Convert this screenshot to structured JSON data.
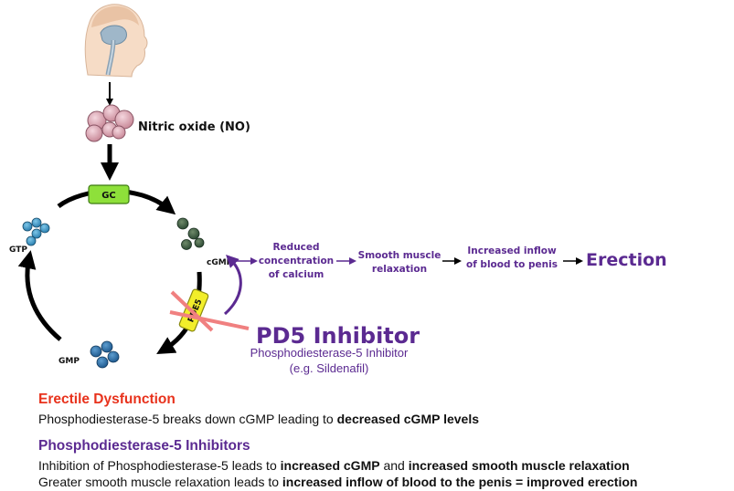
{
  "labels": {
    "no": "Nitric oxide (NO)",
    "gc": "GC",
    "gtp": "GTP",
    "cgmp": "cGMP",
    "gmp": "GMP",
    "pde5": "PDE5"
  },
  "pathway": {
    "step1": [
      "Reduced",
      "concentration",
      "of calcium"
    ],
    "step2": [
      "Smooth muscle",
      "relaxation"
    ],
    "step3": [
      "Increased inflow",
      "of blood to penis"
    ],
    "final": "Erection"
  },
  "inhibitor": {
    "title": "PD5 Inhibitor",
    "subtitle": "Phosphodiesterase-5 Inhibitor",
    "example": "(e.g. Sildenafil)"
  },
  "sections": {
    "ed_title": "Erectile Dysfunction",
    "ed_text": "Phosphodiesterase-5 breaks down cGMP leading to ",
    "ed_bold": "decreased cGMP levels",
    "inh_title": "Phosphodiesterase-5 Inhibitors",
    "inh_line1_a": "Inhibition of Phosphodiesterase-5 leads to ",
    "inh_line1_b": "increased cGMP",
    "inh_line1_c": " and ",
    "inh_line1_d": "increased smooth muscle relaxation",
    "inh_line2_a": "Greater smooth muscle relaxation leads to ",
    "inh_line2_b": "increased inflow of blood to the penis = improved erection"
  },
  "colors": {
    "purple": "#5b2a91",
    "red": "#e8321c",
    "gc_green": "#8ee03a",
    "pde5_yellow": "#f2ee2a",
    "cross": "#f08080"
  }
}
